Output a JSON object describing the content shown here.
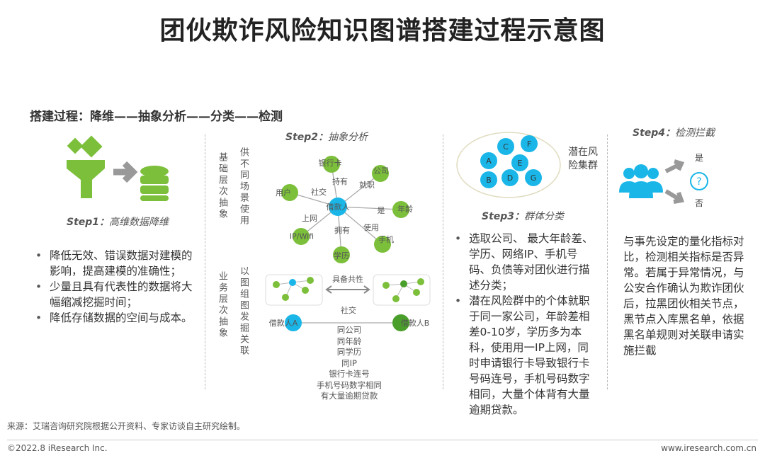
{
  "title": "团伙欺诈风险知识图谱搭建过程示意图",
  "subtitle": "搭建过程：降维——抽象分析——分类——检测",
  "step1": {
    "label": "Step1：",
    "name": "高维数据降维",
    "bullets": [
      "降低无效、错误数据对建模的影响，提高建模的准确性；",
      "少量且具有代表性的数据将大幅缩减挖掘时间；",
      "降低存储数据的空间与成本。"
    ]
  },
  "step2": {
    "label": "Step2：",
    "name": "抽象分析",
    "basic": {
      "level": "基础层次抽象",
      "use": "供不同场景使用"
    },
    "business": {
      "level": "业务层次抽象",
      "use": "以图组图发掘关联"
    },
    "center": "借款人",
    "nodes": [
      "银行卡",
      "公司",
      "用户",
      "年龄",
      "IP/Wifi",
      "学历",
      "手机"
    ],
    "edges": [
      "持有",
      "就职",
      "社交",
      "是",
      "上网",
      "拥有",
      "使用"
    ],
    "common": "具备共性",
    "social": "社交",
    "borrowerA": "借款人A",
    "borrowerB": "借款人B",
    "relations": [
      "同公司",
      "同年龄",
      "同学历",
      "同IP",
      "银行卡连号",
      "手机号码数字相同",
      "有大量逾期贷款"
    ]
  },
  "step3": {
    "label": "Step3：",
    "name": "群体分类",
    "cluster_nodes": [
      "A",
      "B",
      "C",
      "D",
      "E",
      "F",
      "G"
    ],
    "cluster_label": "潜在风险集群",
    "bullets": [
      "选取公司、 最大年龄差、学历、网络IP、手机号码、负债等对团伙进行描述分类；",
      "潜在风险群中的个体就职于同一家公司，年龄差相差0-10岁，学历多为本科，使用用一IP上网，同时申请银行卡导致银行卡号码连号，手机号码数字相同，大量个体背有大量逾期贷款。"
    ]
  },
  "step4": {
    "label": "Step4：",
    "name": "检测拦截",
    "yes": "是",
    "no": "否",
    "question": "?",
    "text": "与事先设定的量化指标对比，检测相关指标是否异常。若属于异常情况，与公安合作确认为欺诈团伙后，拉黑团伙相关节点，黑节点入库黑名单，依据黑名单规则对关联申请实施拦截"
  },
  "footer": {
    "source": "来源：艾瑞咨询研究院根据公开资料、专家访谈自主研究绘制。",
    "copyright": "©2022.8 iResearch Inc.",
    "website": "www.iresearch.com.cn"
  },
  "colors": {
    "green": "#7cbf3a",
    "blue": "#1ab6e8",
    "gray": "#999999"
  }
}
